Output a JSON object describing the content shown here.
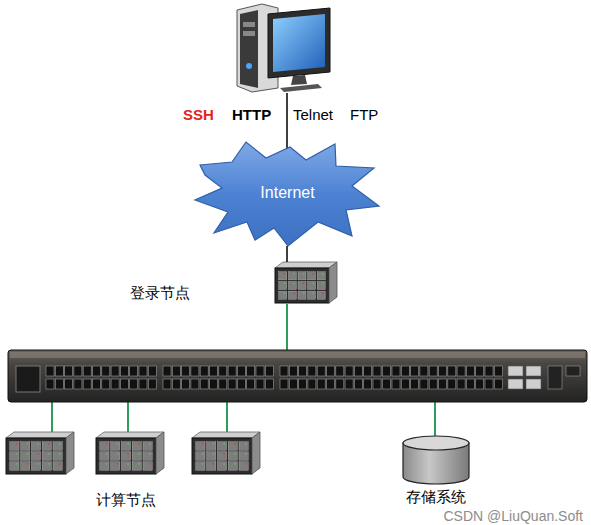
{
  "diagram": {
    "nodes": [
      {
        "text": [
          "Internet"
        ]
      },
      {
        "text": [
          "登录节点"
        ]
      },
      {
        "text": [
          "存储系统"
        ]
      }
    ],
    "edges": [
      {
        "from": 0,
        "to": 1,
        "arrow": "none"
      }
    ],
    "labels": [
      "SSH",
      "HTTP",
      "Telnet",
      "FTP",
      "计算节点",
      "CSDN @LiuQuan.Soft"
    ]
  }
}
